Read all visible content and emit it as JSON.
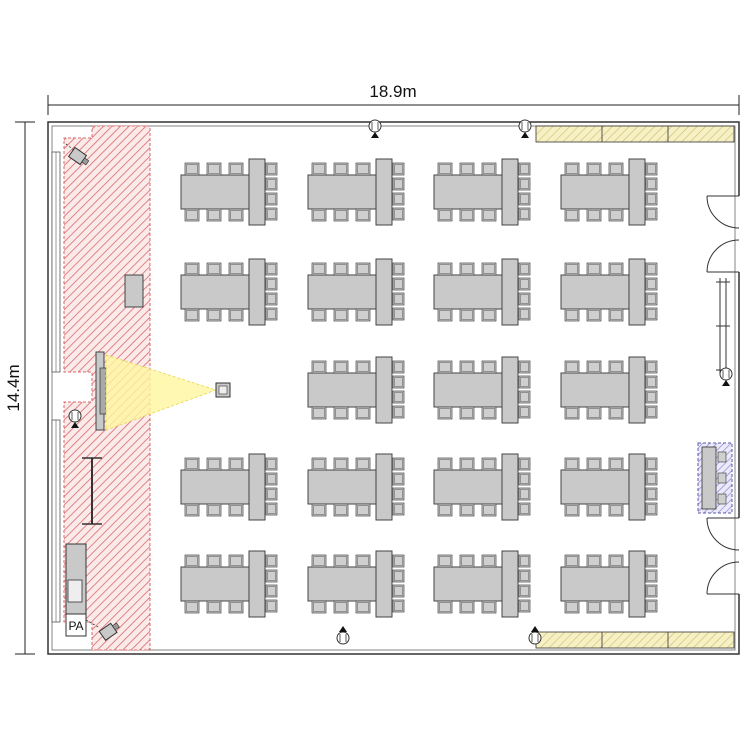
{
  "dimensions": {
    "width_label": "18.9m",
    "height_label": "14.4m"
  },
  "labels": {
    "pa": "PA"
  },
  "colors": {
    "wall": "#333333",
    "stage_hatch": "#d96a6a",
    "storage_hatch": "#c9bf6a",
    "storage_fill": "#f6f0c4",
    "projection_beam": "#fff38a",
    "table_fill": "#c9c9c9",
    "chair_fill": "#cfcfcf",
    "side_table_hatch": "#7a7ac9"
  },
  "icons": [
    "camera-icon",
    "speaker-icon",
    "microphone-icon",
    "projector-icon",
    "door-icon"
  ],
  "layout": {
    "table_rows": [
      {
        "row": 1,
        "tables": 4
      },
      {
        "row": 2,
        "tables": 4
      },
      {
        "row": 3,
        "tables": 3
      },
      {
        "row": 4,
        "tables": 4
      },
      {
        "row": 5,
        "tables": 4
      }
    ]
  }
}
